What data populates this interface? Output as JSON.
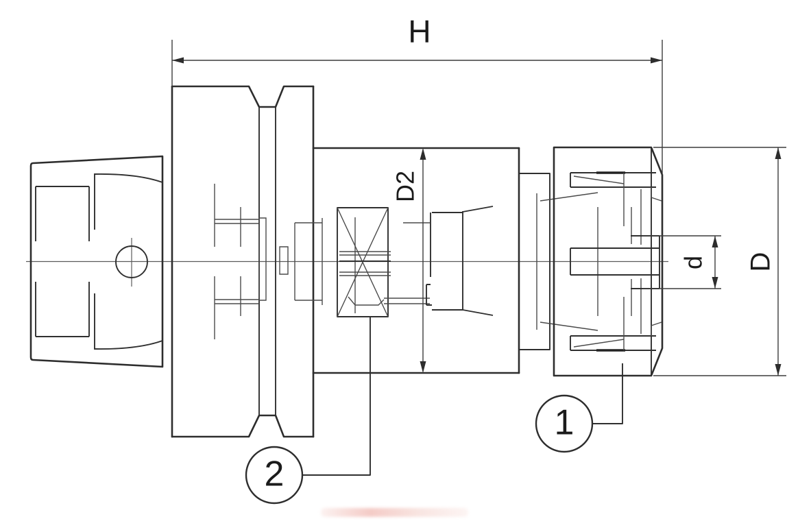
{
  "dimensions": {
    "overall_length": {
      "label": "H"
    },
    "body_diameter": {
      "label": "D2"
    },
    "collet_bore_diameter": {
      "label": "d"
    },
    "nut_outer_diameter": {
      "label": "D"
    }
  },
  "callouts": [
    {
      "number": "1"
    },
    {
      "number": "2"
    }
  ],
  "colors": {
    "line": "#2d2d2d",
    "thin_line": "#4a4a4a",
    "background": "#ffffff",
    "watermark": "#e78c82"
  }
}
